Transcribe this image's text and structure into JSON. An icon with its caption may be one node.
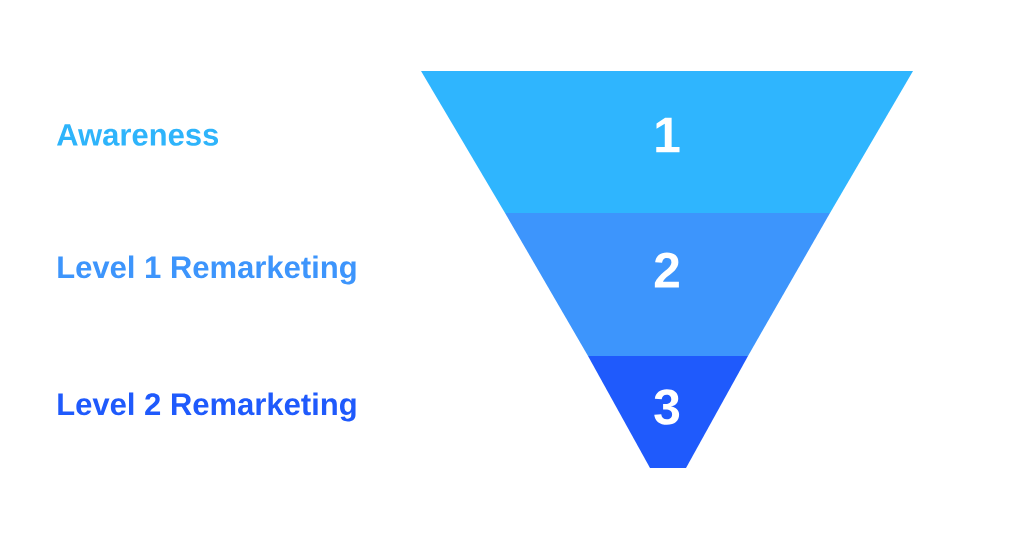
{
  "diagram": {
    "nodes": [
      {
        "text": [
          "1"
        ]
      },
      {
        "text": [
          "2"
        ]
      },
      {
        "text": [
          "3"
        ]
      }
    ],
    "labels": [
      "Awareness",
      "Level 1 Remarketing",
      "Level 2 Remarketing"
    ]
  }
}
